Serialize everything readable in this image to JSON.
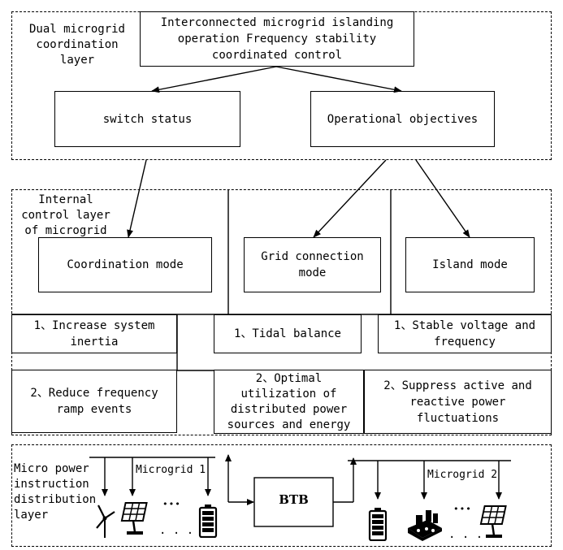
{
  "layers": {
    "coordination": "Dual microgrid\ncoordination\nlayer",
    "internal": "Internal\ncontrol layer\nof microgrid",
    "distribution": "Micro power\ninstruction\ndistribution\nlayer"
  },
  "top_box": "Interconnected microgrid islanding\noperation Frequency stability\ncoordinated control",
  "switch_status": "switch status",
  "operational_objectives": "Operational objectives",
  "modes": {
    "coordination": "Coordination mode",
    "grid_connection": "Grid connection\nmode",
    "island": "Island mode"
  },
  "objectives": {
    "coord_1": "1、Increase system\ninertia",
    "coord_2": "2、Reduce frequency\nramp events",
    "grid_1": "1、Tidal balance",
    "grid_2": "2、Optimal\nutilization of\ndistributed power\nsources and energy",
    "island_1": "1、Stable voltage and\nfrequency",
    "island_2": "2、Suppress active and\nreactive power\nfluctuations"
  },
  "microgrid_1": "Microgrid 1",
  "microgrid_2": "Microgrid 2",
  "btb": "BTB",
  "ellipsis": "•••",
  "ellipsis_low": ". . .",
  "icons": [
    "wind-turbine-icon",
    "solar-panel-icon",
    "battery-icon",
    "fuel-cell-icon"
  ]
}
